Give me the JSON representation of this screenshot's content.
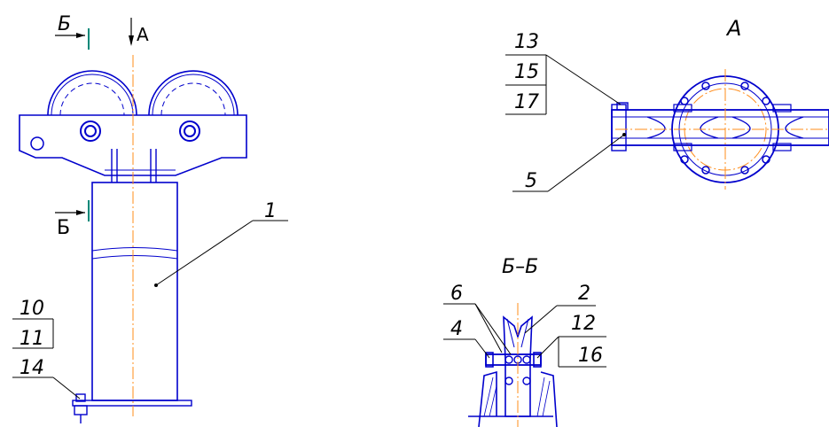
{
  "view_marks": {
    "section_top": "Б",
    "arrow_a": "А",
    "section_left": "Б",
    "view_a_title": "А",
    "section_title": "Б–Б"
  },
  "callouts": {
    "c13": "13",
    "c15": "15",
    "c17": "17",
    "c5": "5",
    "c1": "1",
    "c10": "10",
    "c11": "11",
    "c14": "14",
    "c6": "6",
    "c2": "2",
    "c4": "4",
    "c12": "12",
    "c16": "16"
  },
  "colors": {
    "outline": "#0000cc",
    "leader": "#000000",
    "axis": "#ff8c1a",
    "section_mark": "#008878"
  }
}
